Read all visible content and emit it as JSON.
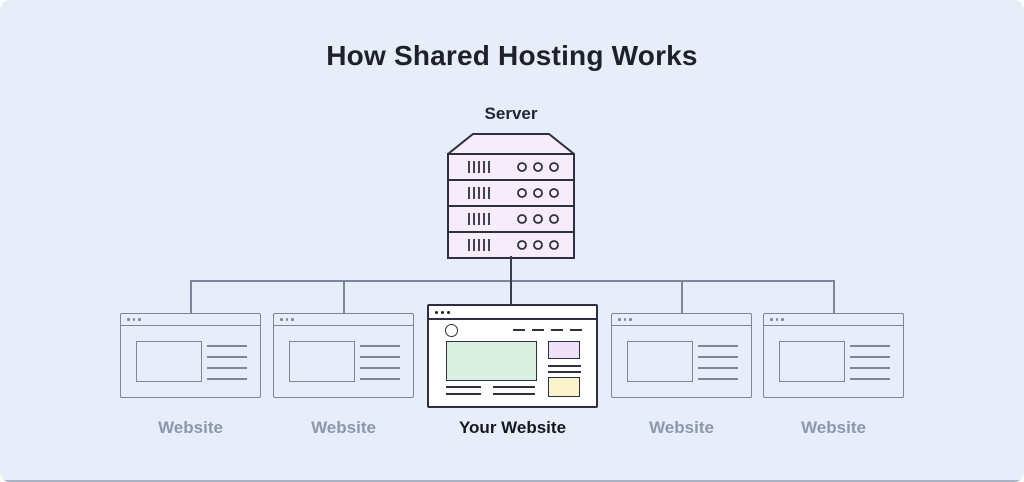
{
  "title": "How Shared Hosting Works",
  "server": {
    "label": "Server",
    "rack_rows": 4,
    "fill": "#f7ecf9",
    "outline": "#2d303e"
  },
  "websites": [
    {
      "label": "Website",
      "type": "generic"
    },
    {
      "label": "Website",
      "type": "generic"
    },
    {
      "label": "Your Website",
      "type": "highlighted"
    },
    {
      "label": "Website",
      "type": "generic"
    },
    {
      "label": "Website",
      "type": "generic"
    }
  ],
  "diagram": {
    "type": "tree",
    "root": "Server",
    "edges": [
      "Server -> Website (1)",
      "Server -> Website (2)",
      "Server -> Your Website",
      "Server -> Website (4)",
      "Server -> Website (5)"
    ]
  },
  "colors": {
    "background": "#e7edf9",
    "dark_outline": "#2d303e",
    "gray_outline": "#7c8699",
    "connector_dark": "#3a3d4a",
    "connector_gray": "#7c8699",
    "dark_label": "#15171f",
    "gray_label": "#8d97ab",
    "server_fill": "#f7ecf9",
    "hero_mint": "#d9f0e2",
    "panel_purple": "#eee1f8",
    "panel_yellow": "#fbf3cb",
    "window_white": "#ffffff"
  }
}
